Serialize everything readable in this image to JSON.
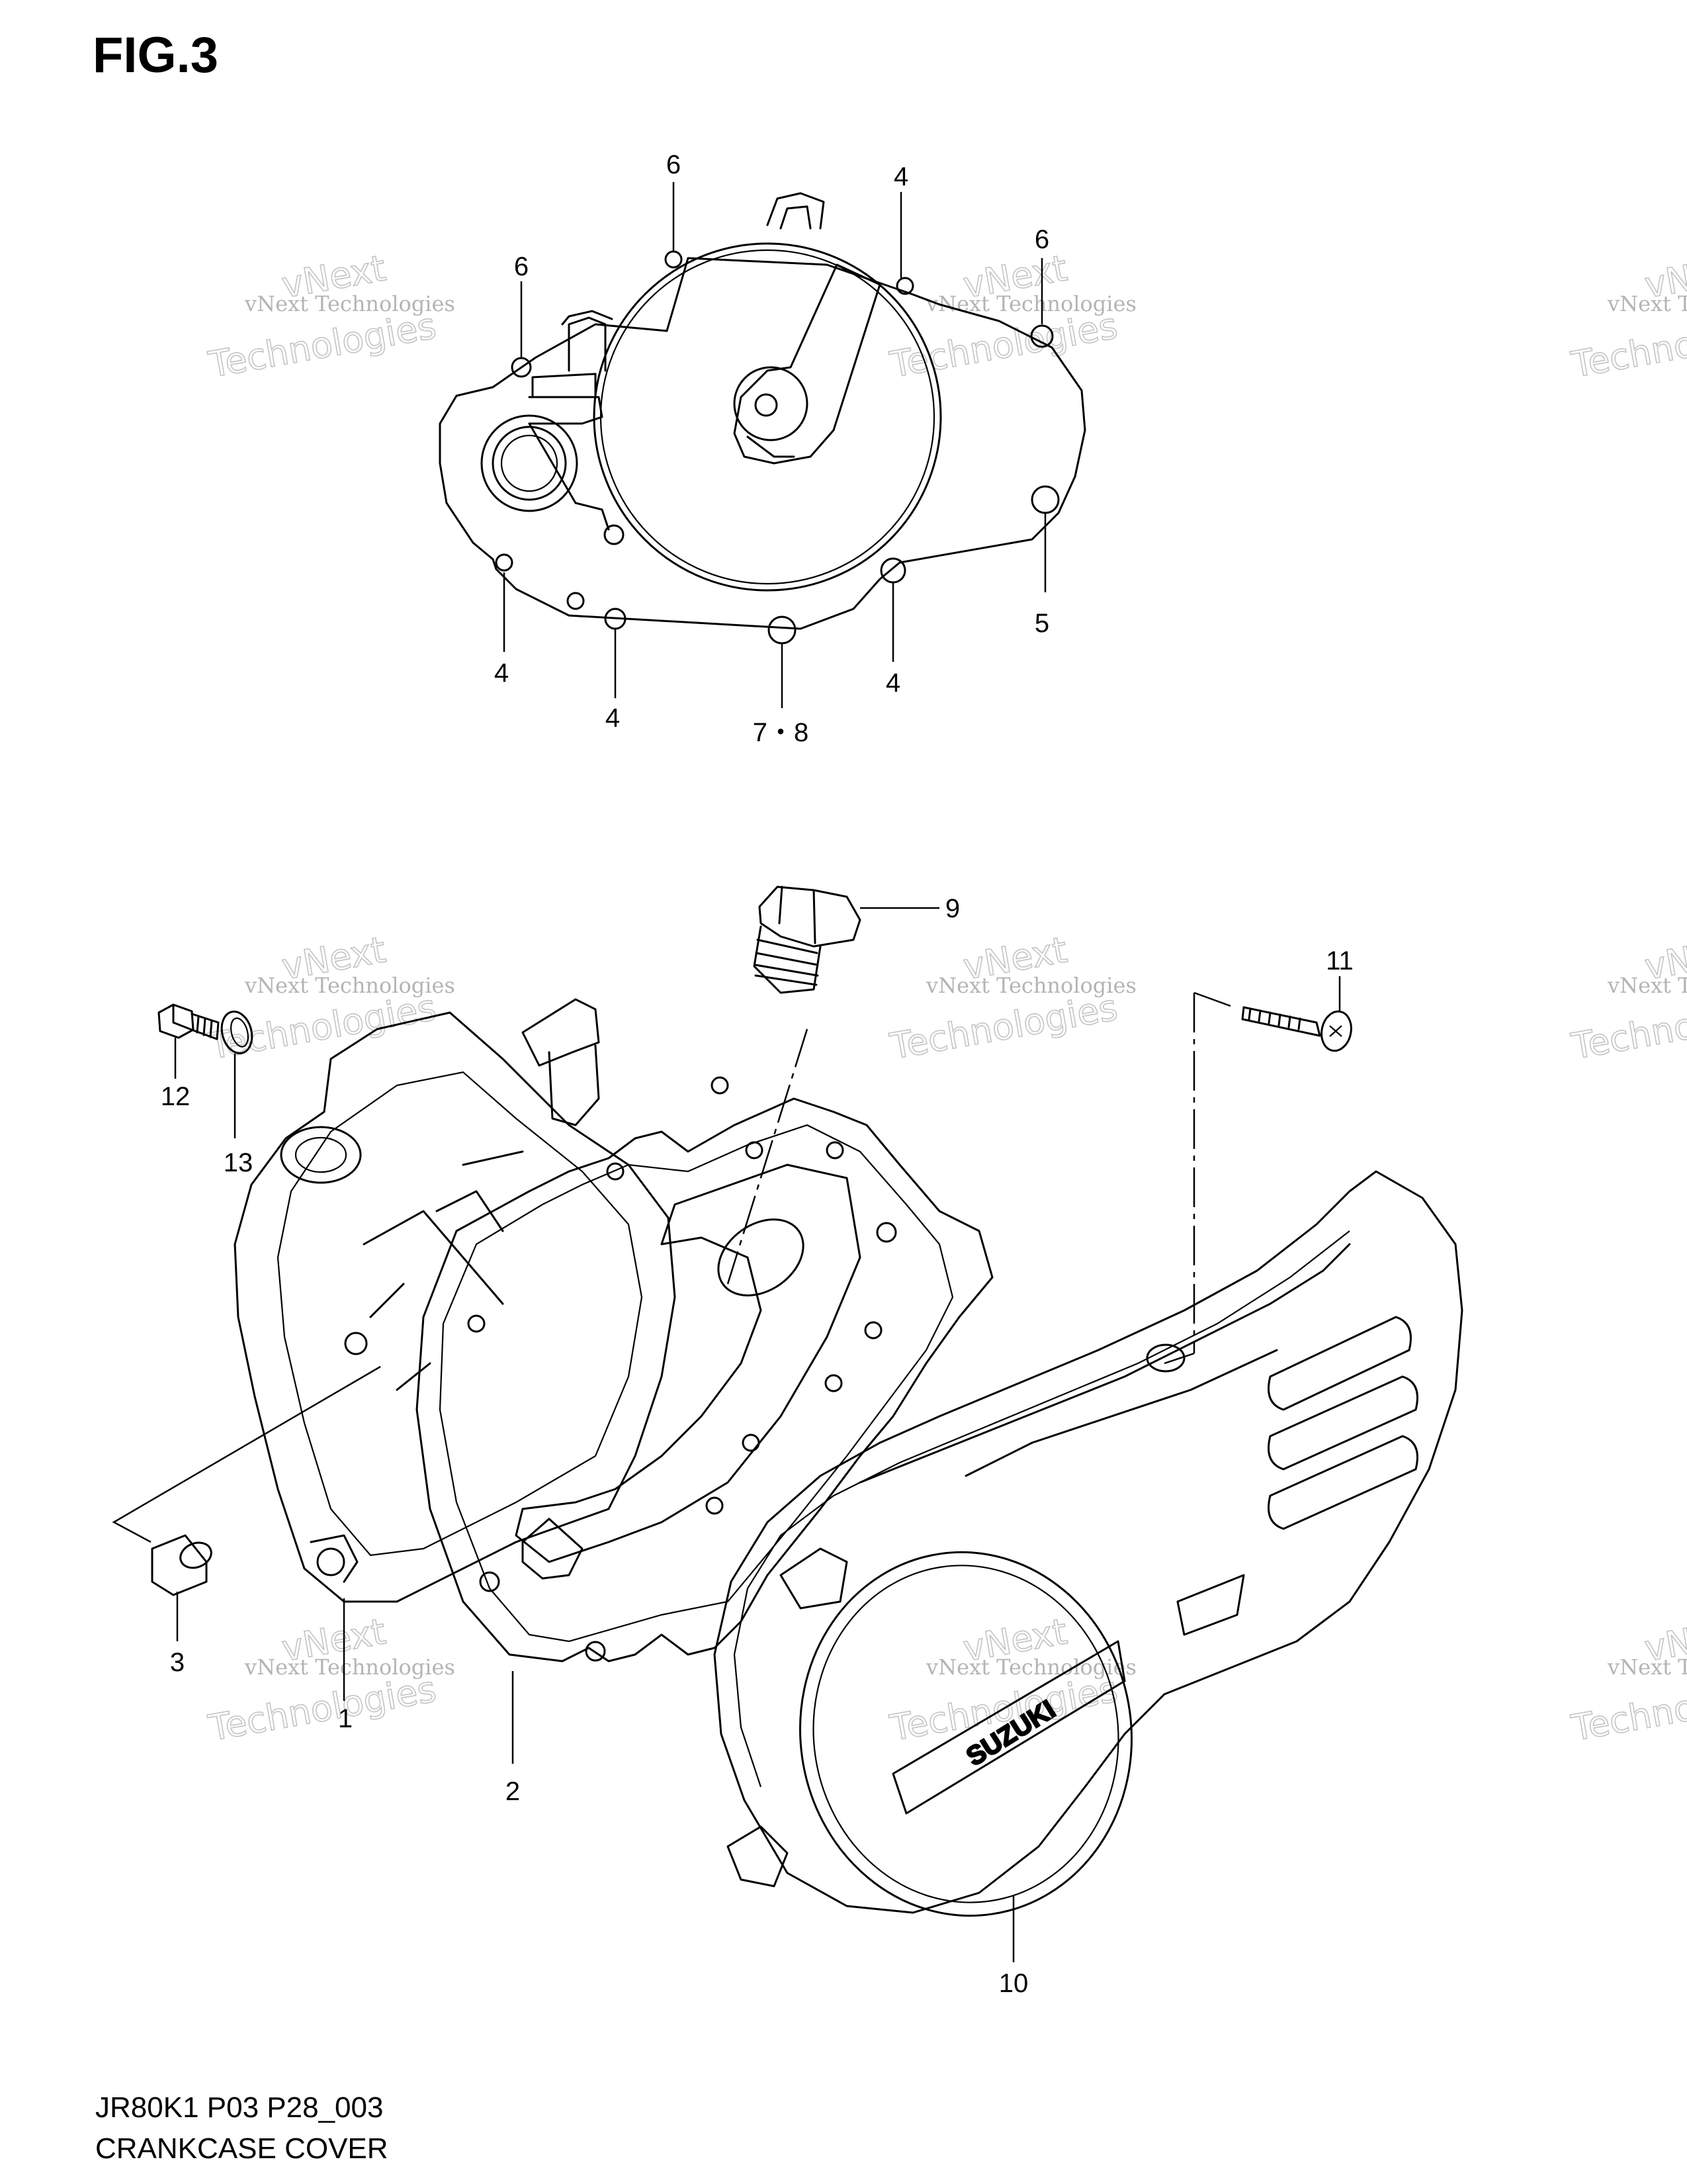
{
  "figure_title": "FIG.3",
  "footer": {
    "code": "JR80K1 P03 P28_003",
    "caption": "CRANKCASE COVER"
  },
  "watermark": {
    "line1": "vNext Technologies",
    "line2": "vNext",
    "line3": "Technologies"
  },
  "brand_text": "SUZUKI",
  "callouts": {
    "c1": "1",
    "c2": "2",
    "c3": "3",
    "c4a": "4",
    "c4b": "4",
    "c4c": "4",
    "c4d": "4",
    "c5": "5",
    "c6a": "6",
    "c6b": "6",
    "c6c": "6",
    "c78": "7・8",
    "c9": "9",
    "c10": "10",
    "c11": "11",
    "c12": "12",
    "c13": "13"
  }
}
